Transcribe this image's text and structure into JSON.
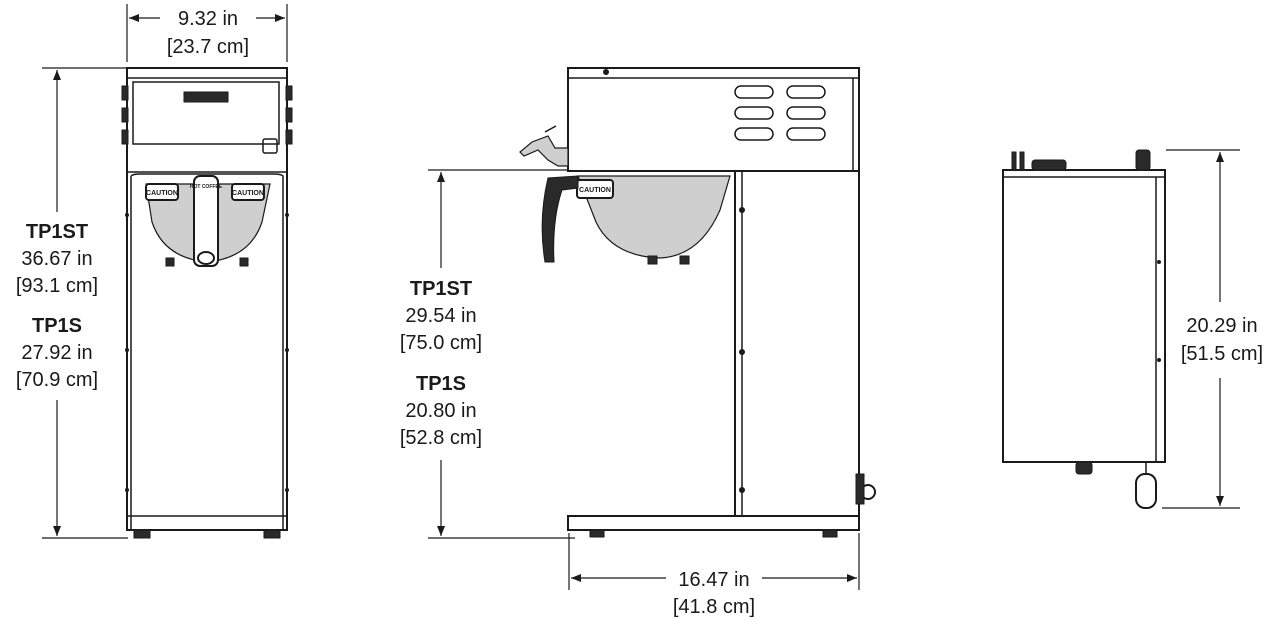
{
  "front_view": {
    "width_in": "9.32 in",
    "width_cm": "[23.7 cm]",
    "height_groups": [
      {
        "model": "TP1ST",
        "in": "36.67 in",
        "cm": "[93.1 cm]"
      },
      {
        "model": "TP1S",
        "in": "27.92 in",
        "cm": "[70.9 cm]"
      }
    ],
    "labels": {
      "caution": "CAUTION",
      "hot_coffee": "HOT COFFEE"
    }
  },
  "side_view": {
    "height_groups": [
      {
        "model": "TP1ST",
        "in": "29.54 in",
        "cm": "[75.0 cm]"
      },
      {
        "model": "TP1S",
        "in": "20.80 in",
        "cm": "[52.8 cm]"
      }
    ],
    "depth_in": "16.47 in",
    "depth_cm": "[41.8 cm]",
    "labels": {
      "caution": "CAUTION"
    }
  },
  "rear_view": {
    "height_in": "20.29 in",
    "height_cm": "[51.5 cm]"
  }
}
